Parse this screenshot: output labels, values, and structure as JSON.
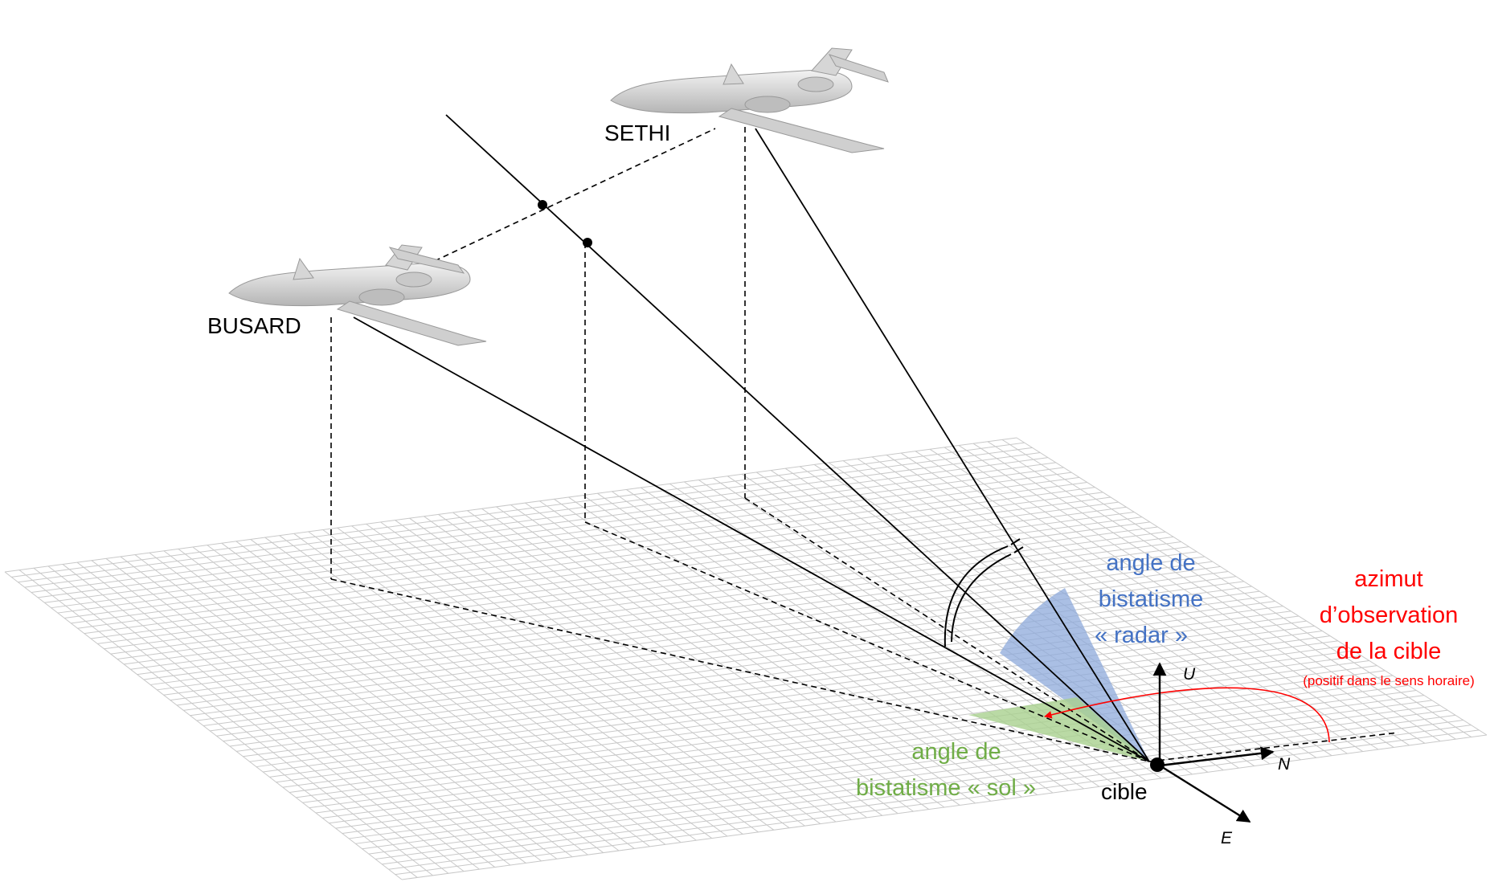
{
  "labels": {
    "aircraft_1": "SETHI",
    "aircraft_2": "BUSARD",
    "radar_angle": [
      "angle de",
      "bistatisme",
      "« radar »"
    ],
    "ground_angle": [
      "angle de",
      "bistatisme « sol »"
    ],
    "azimuth": [
      "azimut",
      "d’observation",
      "de la cible"
    ],
    "azimuth_note": "(positif dans le sens horaire)",
    "target": "cible",
    "axis_up": "U",
    "axis_north": "N",
    "axis_east": "E"
  },
  "colors": {
    "radar_angle": "#4472c4",
    "radar_fill": "#8ea9db",
    "ground_angle": "#70ad47",
    "ground_fill": "#a9d18e",
    "azimuth": "#ff0000",
    "grid": "#c8c8c8",
    "aircraft": "#d9d9d9"
  },
  "icons": {
    "aircraft": "jet-aircraft-icon",
    "arrow": "arrow-icon"
  }
}
